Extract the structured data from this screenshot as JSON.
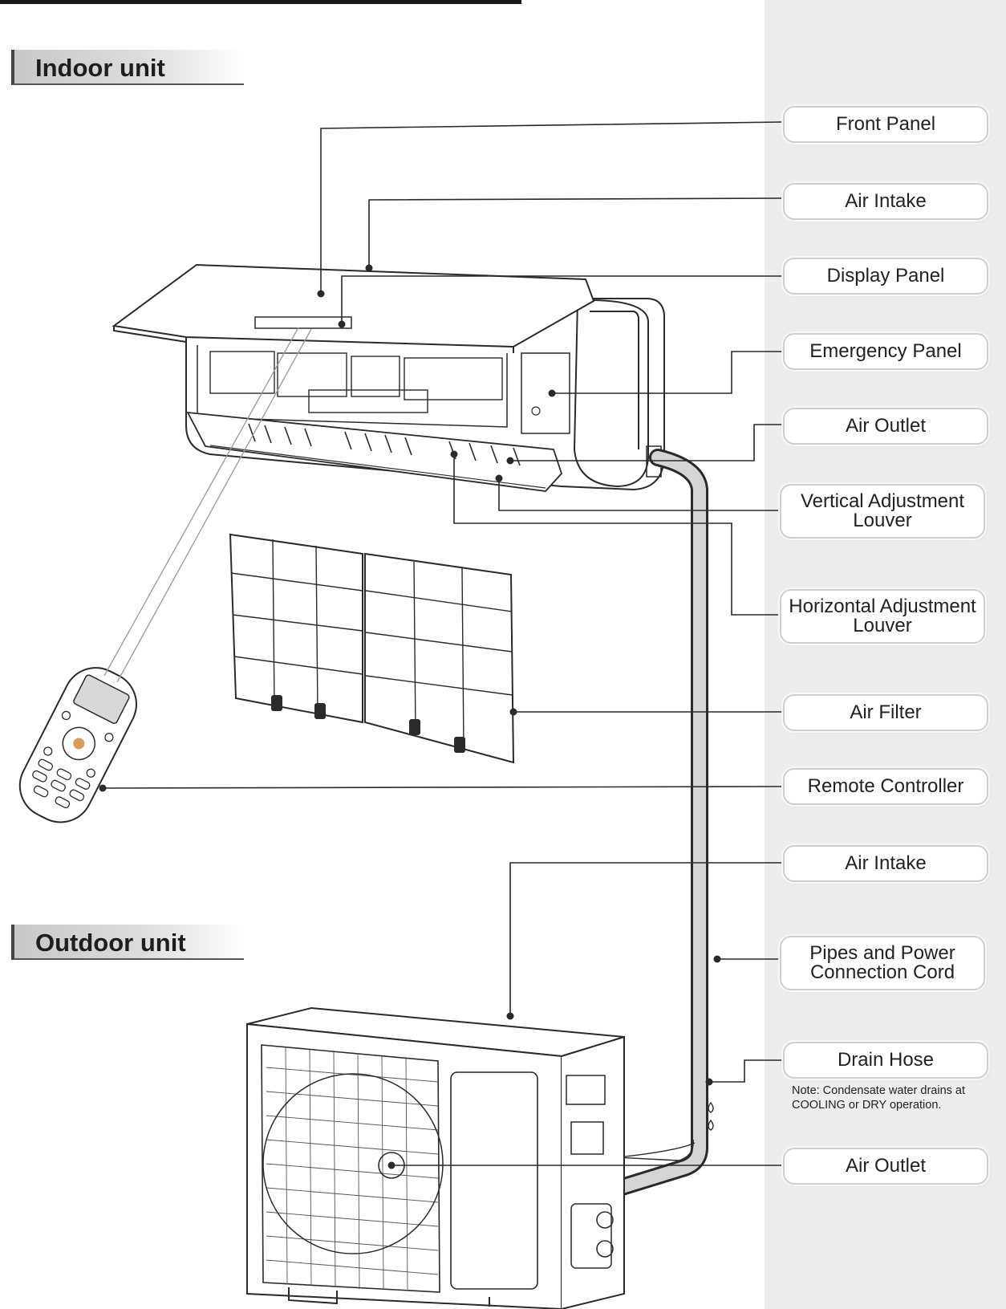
{
  "sections": {
    "indoor": "Indoor unit",
    "outdoor": "Outdoor unit"
  },
  "labels": {
    "front_panel": "Front Panel",
    "air_intake_indoor": "Air Intake",
    "display_panel": "Display Panel",
    "emergency_panel": "Emergency Panel",
    "air_outlet_indoor": "Air Outlet",
    "vertical_louver": "Vertical Adjustment Louver",
    "horizontal_louver": "Horizontal Adjustment Louver",
    "air_filter": "Air Filter",
    "remote_controller": "Remote Controller",
    "air_intake_outdoor": "Air Intake",
    "pipes_cord": "Pipes and Power Connection Cord",
    "drain_hose": "Drain Hose",
    "air_outlet_outdoor": "Air Outlet"
  },
  "note": "Note: Condensate water drains at COOLING or DRY operation.",
  "colors": {
    "line": "#2a2a2a",
    "sidebar": "#ededed",
    "box_border": "#cfcfcf"
  }
}
